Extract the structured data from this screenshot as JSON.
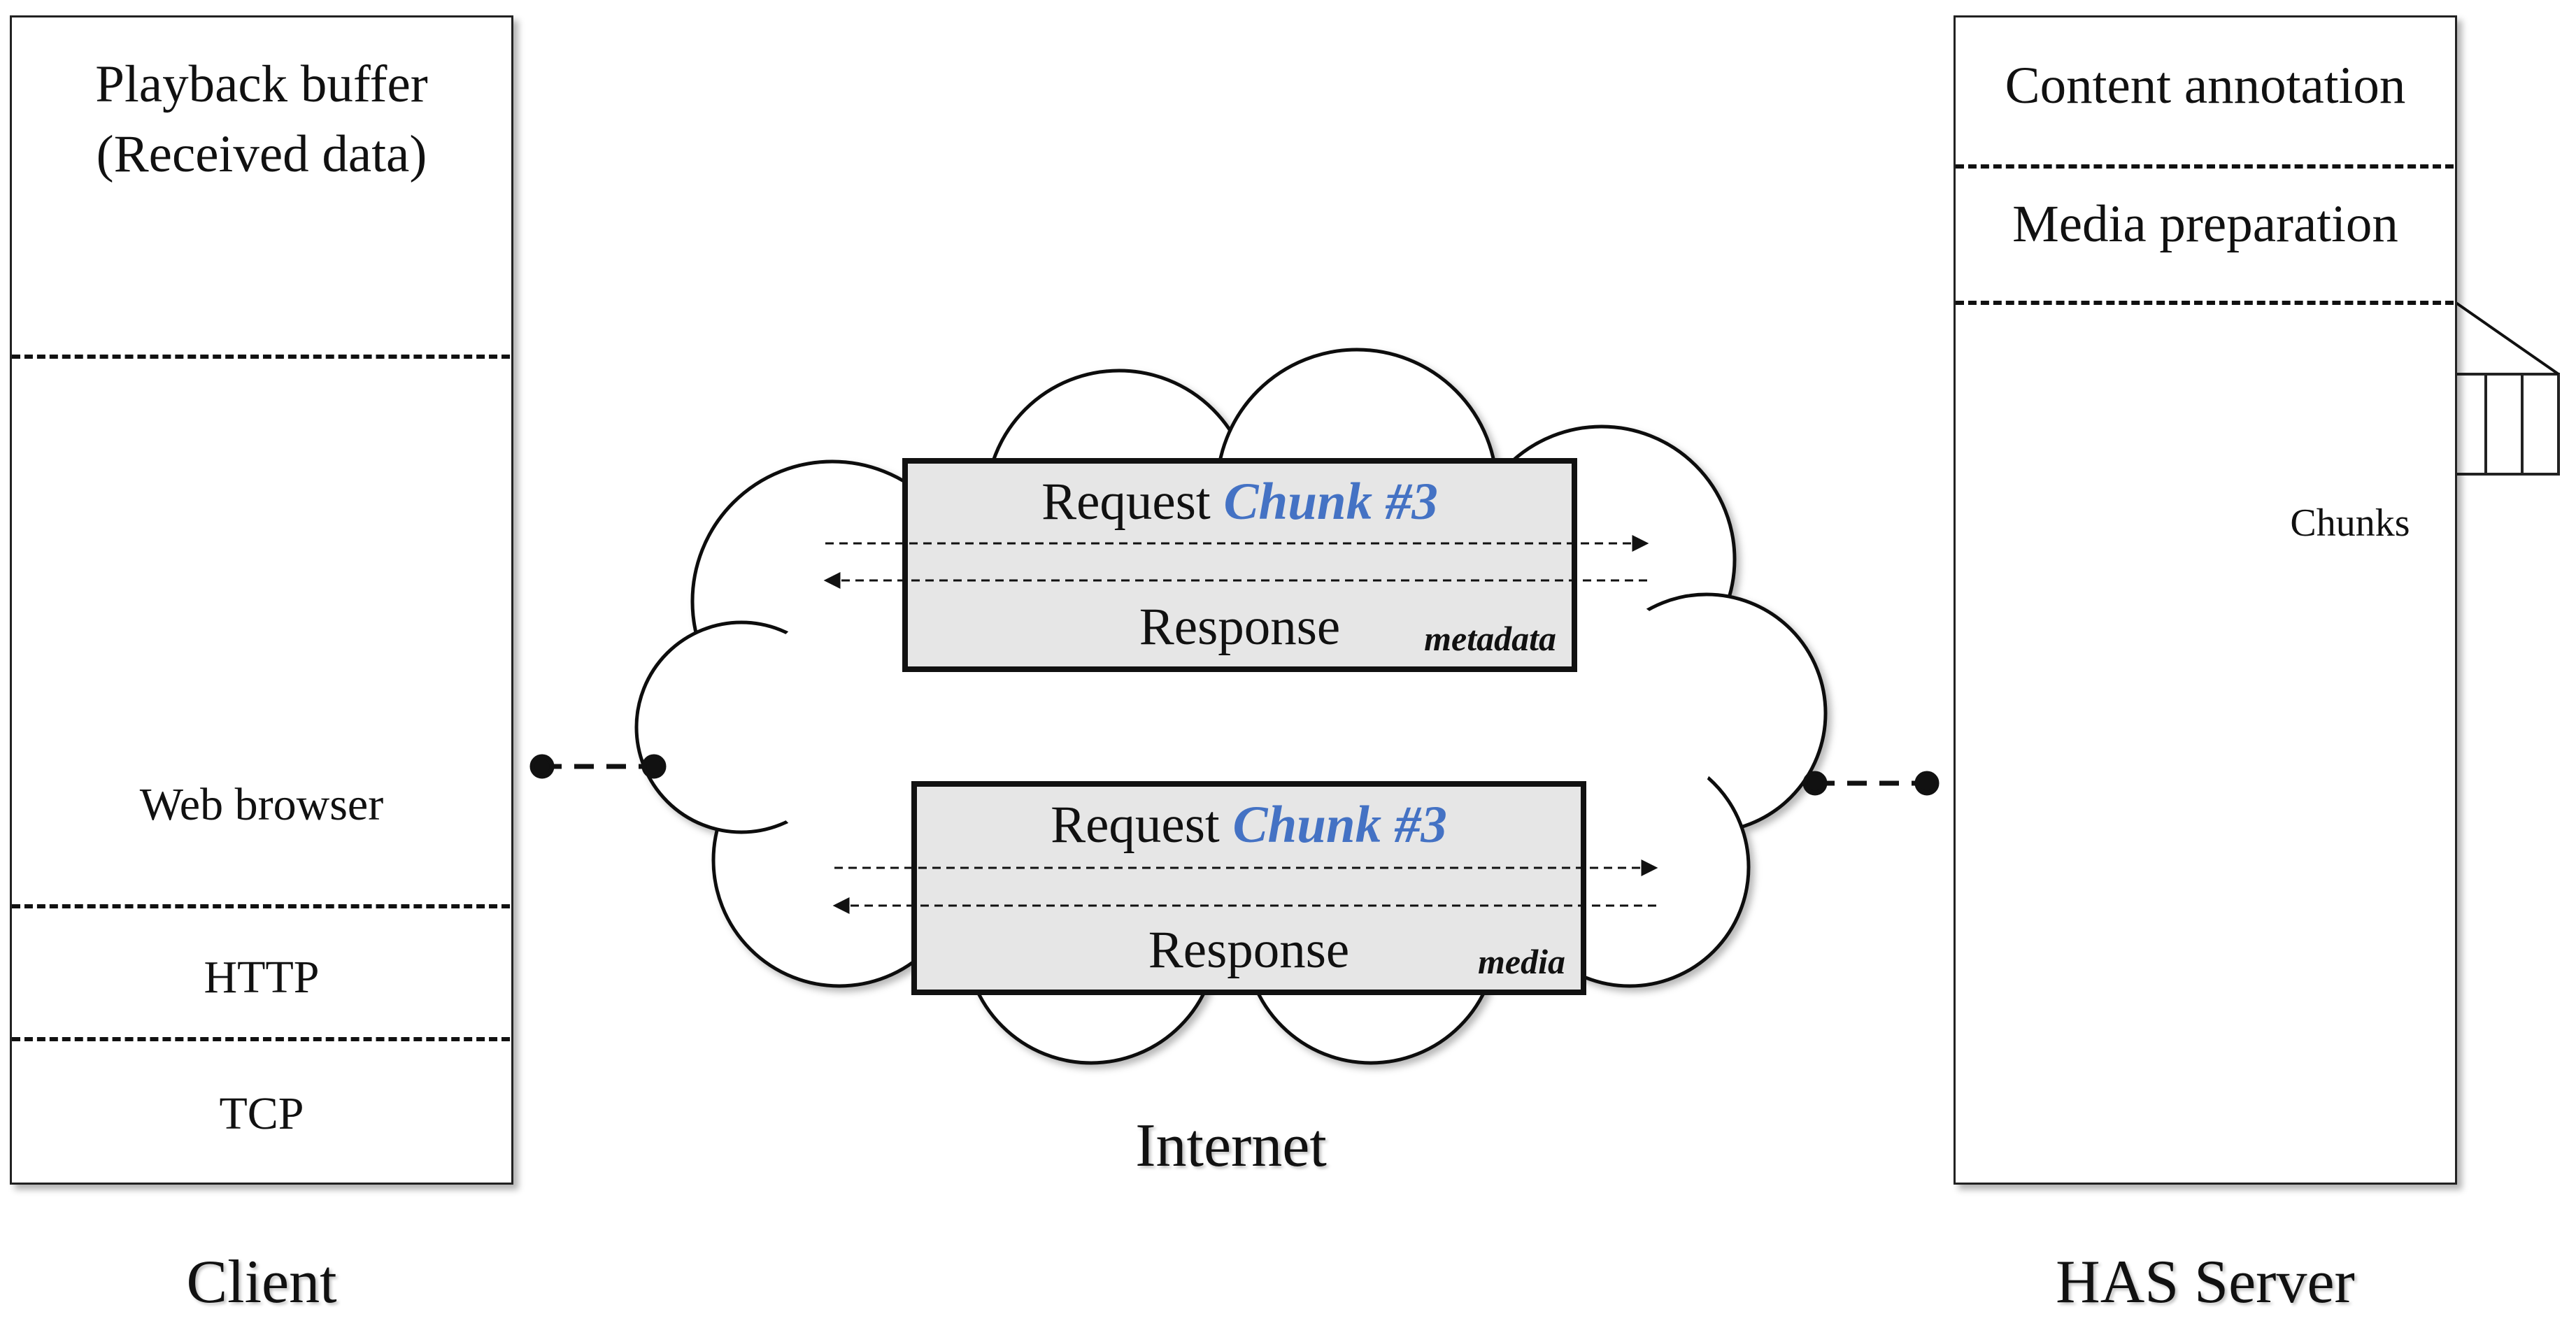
{
  "client": {
    "caption": "Client",
    "buffer_line1": "Playback buffer",
    "buffer_line2": "(Received data)",
    "browser_label": "Web browser",
    "http_label": "HTTP",
    "tcp_label": "TCP",
    "computer_icon": "desktop-computer-icon"
  },
  "internet": {
    "caption": "Internet",
    "exchange1": {
      "request": "Request",
      "chunk": "Chunk #3",
      "response": "Response",
      "tag": "metadata"
    },
    "exchange2": {
      "request": "Request",
      "chunk": "Chunk #3",
      "response": "Response",
      "tag": "media"
    }
  },
  "server": {
    "caption": "HAS Server",
    "annotation_label": "Content annotation",
    "preparation_label": "Media preparation",
    "chunks_label": "Chunks",
    "server_icon": "tower-server-icon"
  },
  "colors": {
    "chunk_highlight": "#4472c4",
    "box_fill": "#e6e6e6"
  }
}
